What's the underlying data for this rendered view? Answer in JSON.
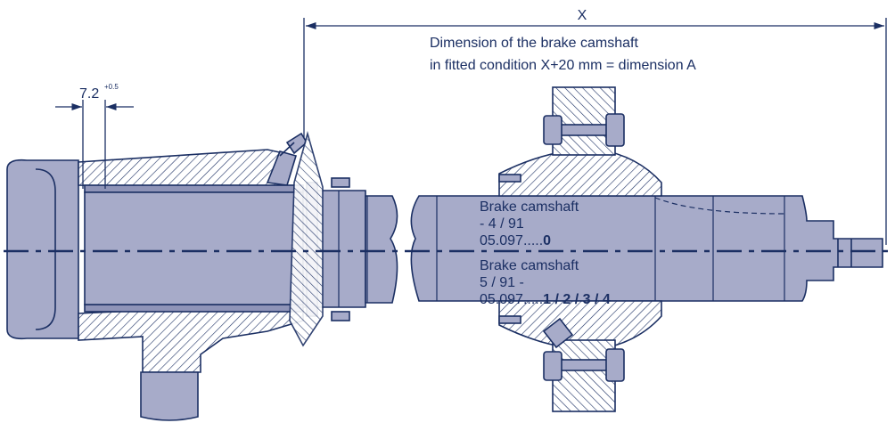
{
  "colors": {
    "line": "#1b2f63",
    "fill": "#a7abc9",
    "fill_dark": "#8f94b8",
    "background": "#ffffff"
  },
  "dimension_x": {
    "label": "X"
  },
  "note": {
    "line1": "Dimension of the brake camshaft",
    "line2": "in fitted condition   X+20 mm = dimension A"
  },
  "gap_dimension": {
    "value": "7.2",
    "tolerance": "+0.5"
  },
  "label_old": {
    "line1": "Brake camshaft",
    "line2": "- 4 / 91",
    "line3_prefix": "05.097.....",
    "line3_bold": "0"
  },
  "label_new": {
    "line1": "Brake camshaft",
    "line2": "5 / 91 -",
    "line3_prefix": "05.097.....",
    "line3_bold": "1 / 2 / 3 / 4"
  }
}
